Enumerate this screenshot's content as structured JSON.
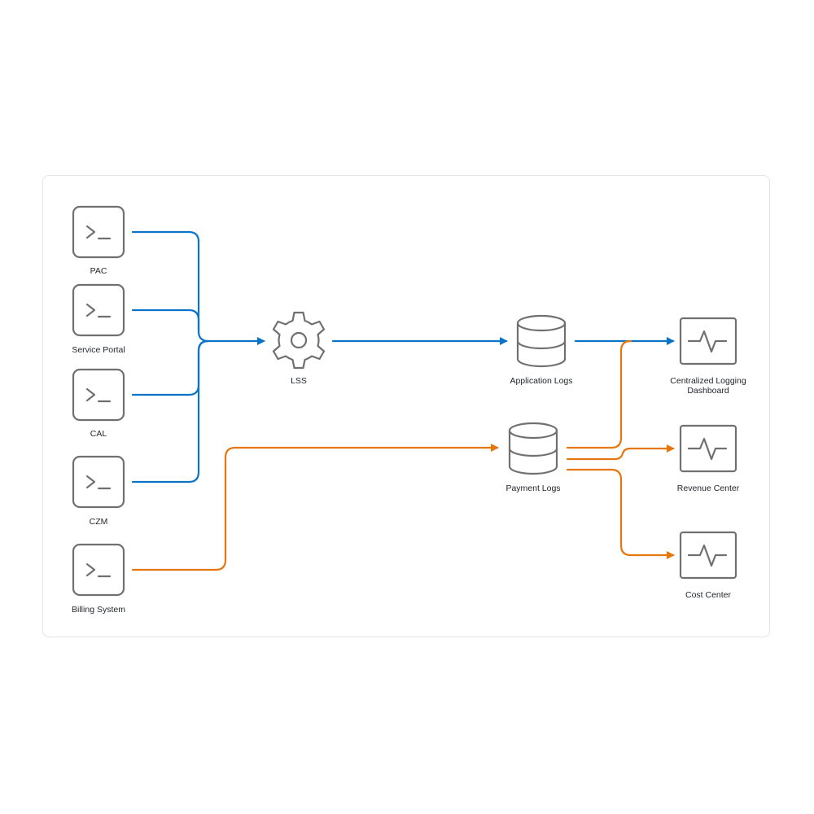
{
  "colors": {
    "blue_flow": "#0b74c9",
    "orange_flow": "#e8760f",
    "icon_gray": "#707070",
    "label_text": "#1f2328",
    "panel_border": "#e2e4e7"
  },
  "nodes": {
    "pac": {
      "label": "PAC",
      "icon": "terminal-icon"
    },
    "service_portal": {
      "label": "Service Portal",
      "icon": "terminal-icon"
    },
    "cal": {
      "label": "CAL",
      "icon": "terminal-icon"
    },
    "czm": {
      "label": "CZM",
      "icon": "terminal-icon"
    },
    "billing_system": {
      "label": "Billing System",
      "icon": "terminal-icon"
    },
    "lss": {
      "label": "LSS",
      "icon": "gear-icon"
    },
    "application_logs": {
      "label": "Application Logs",
      "icon": "database-icon"
    },
    "payment_logs": {
      "label": "Payment Logs",
      "icon": "database-icon"
    },
    "centralized_logging": {
      "label_line1": "Centralized Logging",
      "label_line2": "Dashboard",
      "icon": "activity-monitor-icon"
    },
    "revenue_center": {
      "label": "Revenue Center",
      "icon": "activity-monitor-icon"
    },
    "cost_center": {
      "label": "Cost Center",
      "icon": "activity-monitor-icon"
    }
  }
}
